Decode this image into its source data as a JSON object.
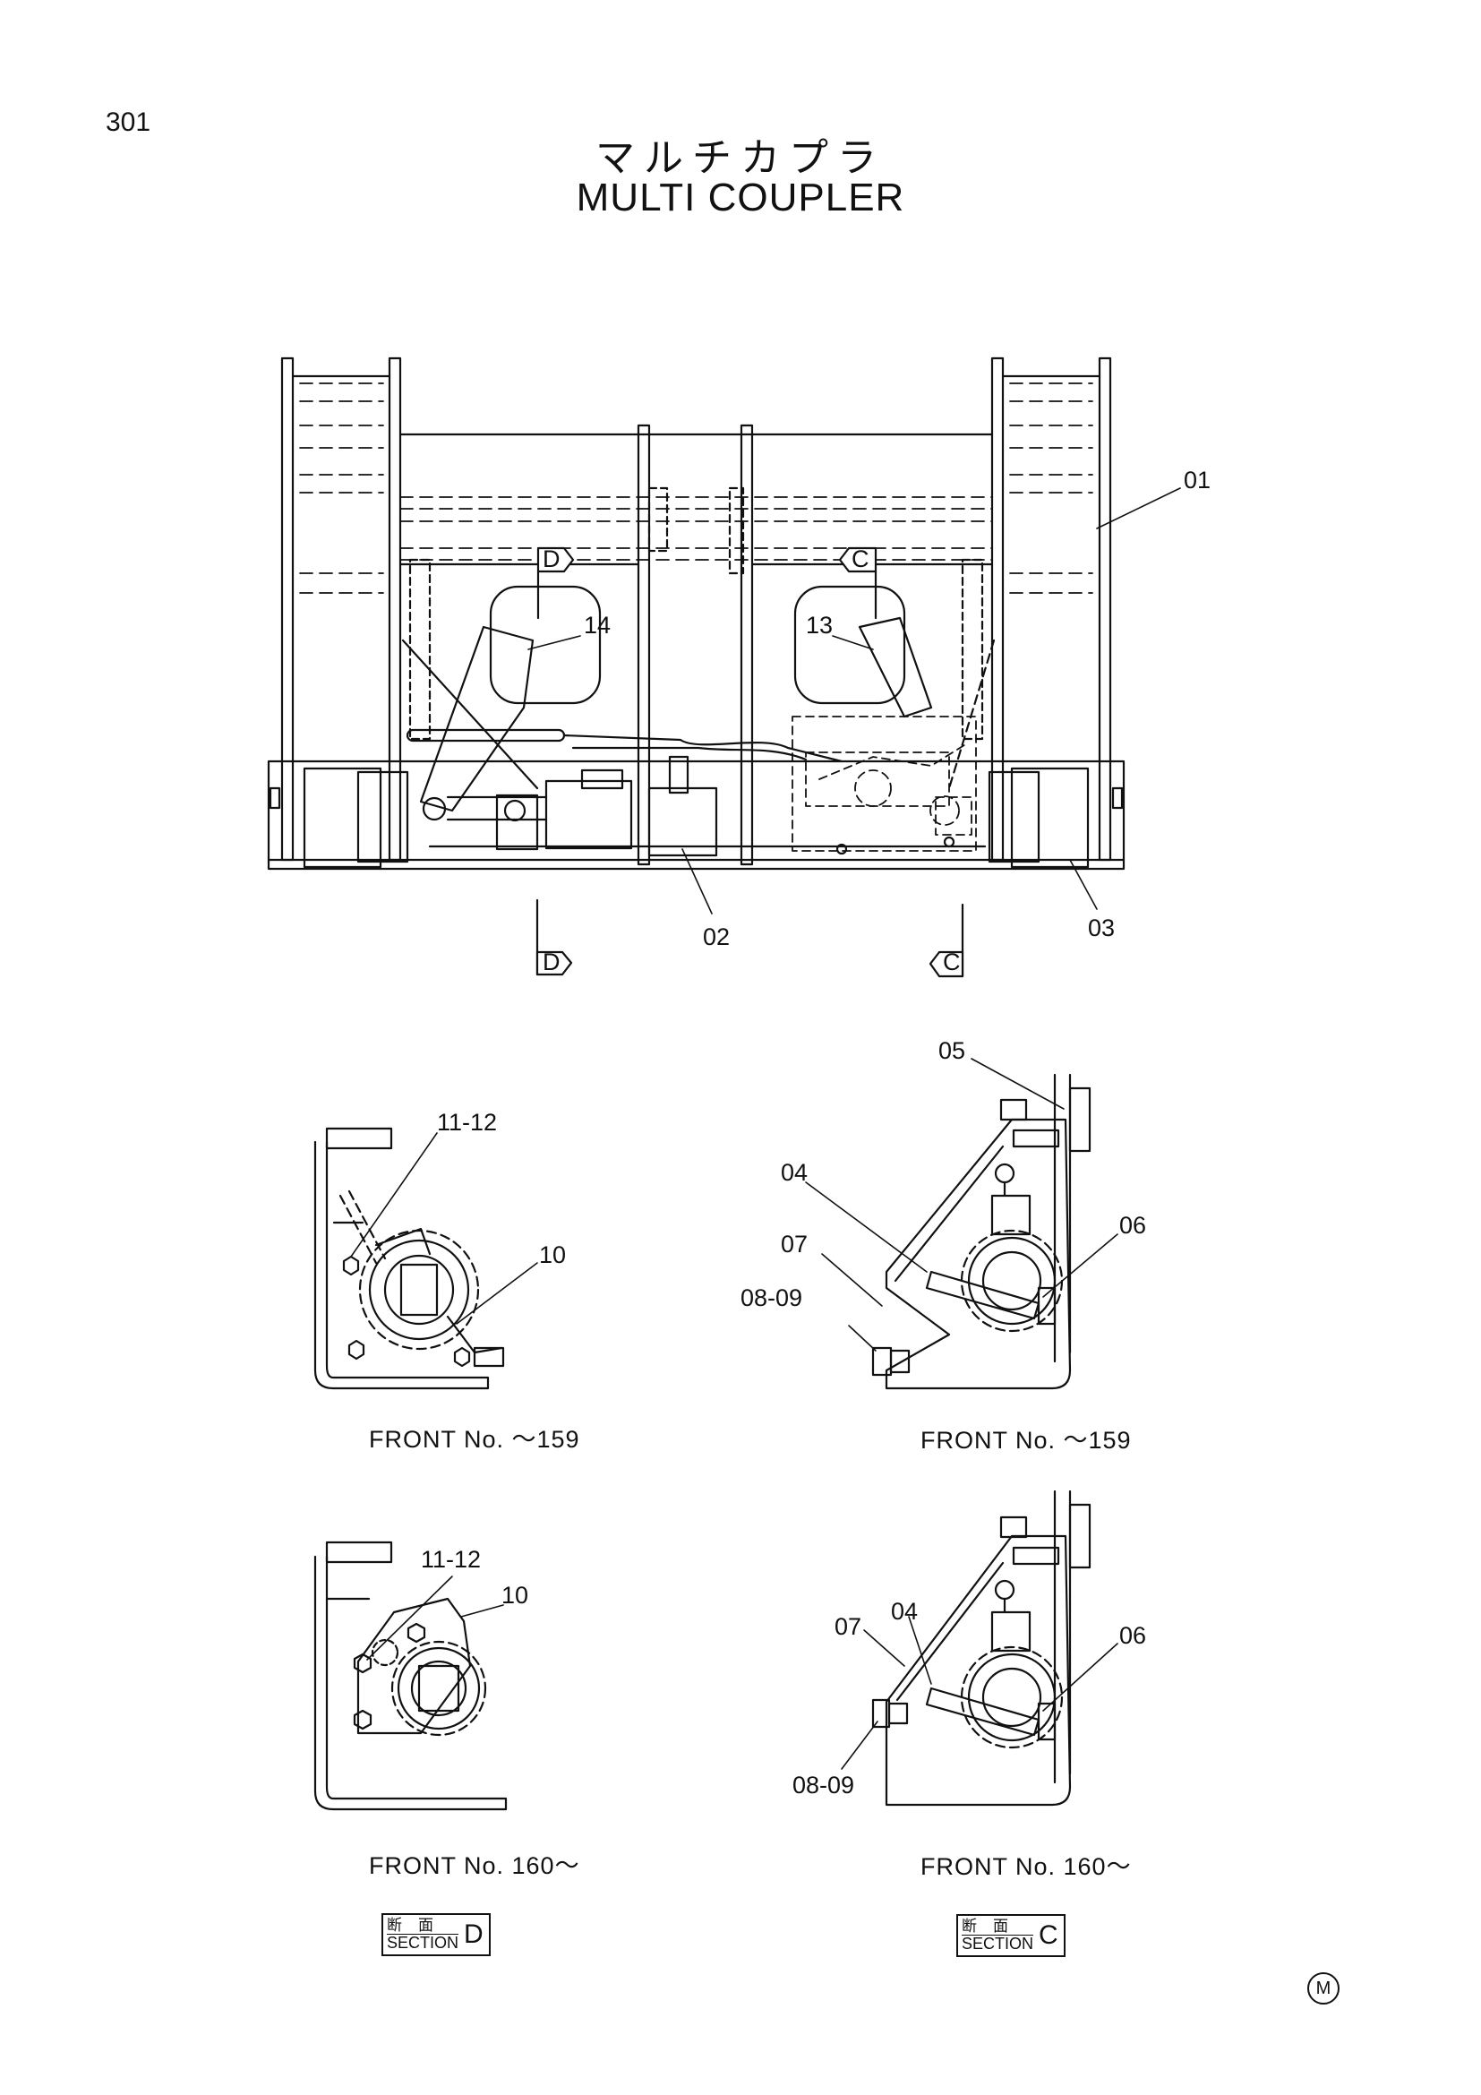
{
  "page_number": "301",
  "title_jp": "マルチカプラ",
  "title_en": "MULTI COUPLER",
  "callouts": {
    "c01": "01",
    "c02": "02",
    "c03": "03",
    "c13": "13",
    "c14": "14",
    "d_top": "D",
    "c_top": "C",
    "d_bottom": "D",
    "c_bottom": "C",
    "d1_1112": "11-12",
    "d1_10": "10",
    "c1_05": "05",
    "c1_04": "04",
    "c1_07": "07",
    "c1_0809": "08-09",
    "c1_06": "06",
    "d2_1112": "11-12",
    "d2_10": "10",
    "c2_07": "07",
    "c2_04": "04",
    "c2_06": "06",
    "c2_0809": "08-09"
  },
  "captions": {
    "d_upper": "FRONT No. ～159",
    "c_upper": "FRONT No. ～159",
    "d_lower": "FRONT No. 160～",
    "c_lower": "FRONT No. 160～"
  },
  "sections": {
    "d": {
      "jp": "断面",
      "en": "SECTION",
      "letter": "D"
    },
    "c": {
      "jp": "断面",
      "en": "SECTION",
      "letter": "C"
    }
  },
  "maker_mark": "M"
}
